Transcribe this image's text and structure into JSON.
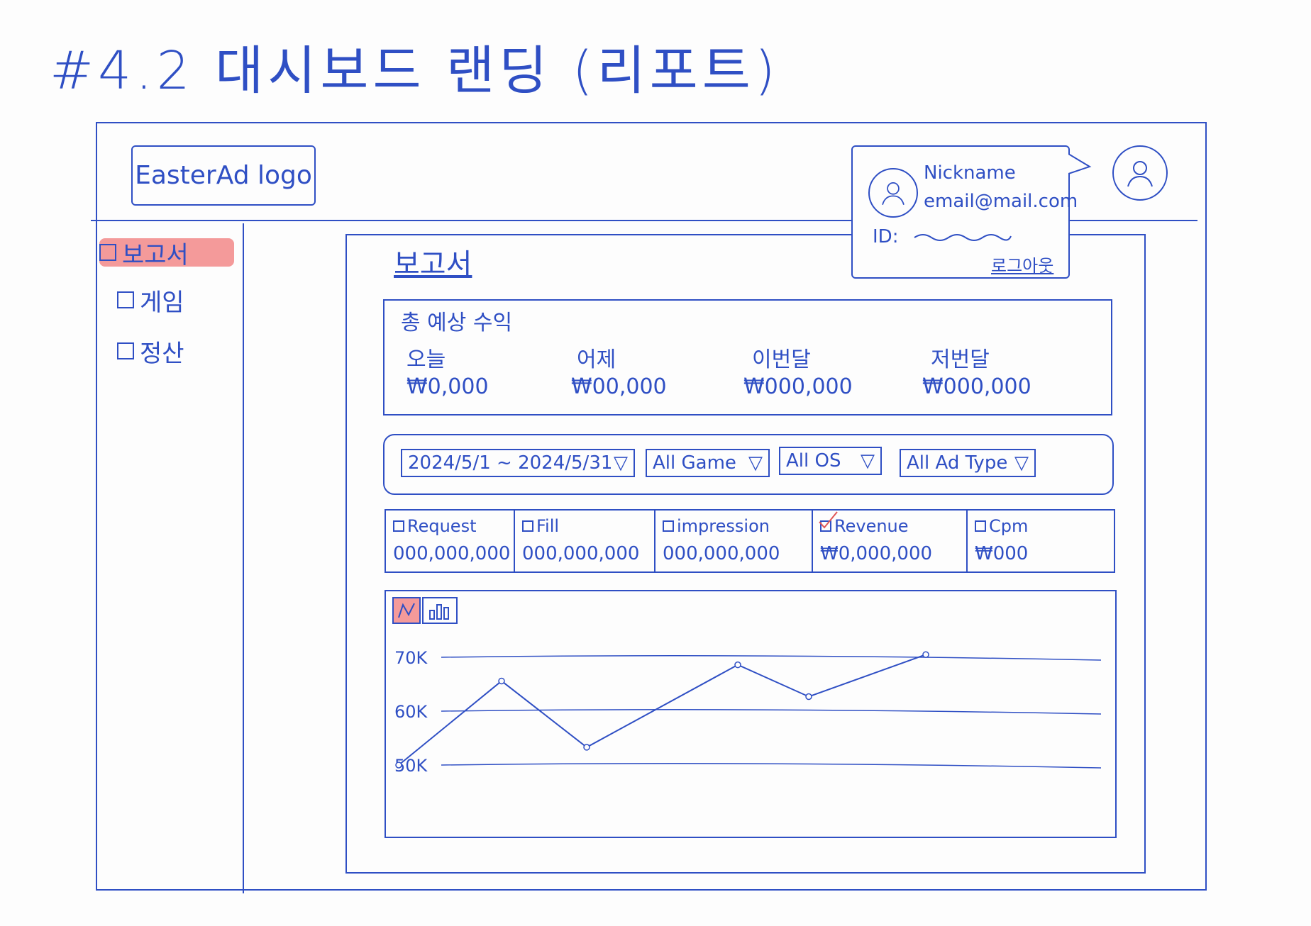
{
  "page_heading": "#4.2 대시보드 랜딩 (리포트)",
  "header": {
    "logo_text": "EasterAd logo"
  },
  "profile_popover": {
    "nickname": "Nickname",
    "email": "email@mail.com",
    "id_label": "ID:",
    "logout_label": "로그아웃"
  },
  "sidebar": {
    "items": [
      {
        "label": "보고서",
        "active": true
      },
      {
        "label": "게임",
        "active": false
      },
      {
        "label": "정산",
        "active": false
      }
    ]
  },
  "main": {
    "title": "보고서",
    "revenue": {
      "heading": "총 예상 수익",
      "periods": [
        {
          "label": "오늘",
          "value": "₩0,000"
        },
        {
          "label": "어제",
          "value": "₩00,000"
        },
        {
          "label": "이번달",
          "value": "₩000,000"
        },
        {
          "label": "저번달",
          "value": "₩000,000"
        }
      ]
    },
    "filters": {
      "date_range": "2024/5/1 ~ 2024/5/31",
      "game": "All Game",
      "os": "All OS",
      "ad_type": "All Ad Type"
    },
    "metrics": [
      {
        "label": "Request",
        "value": "000,000,000",
        "checked": false
      },
      {
        "label": "Fill",
        "value": "000,000,000",
        "checked": false
      },
      {
        "label": "impression",
        "value": "000,000,000",
        "checked": false
      },
      {
        "label": "Revenue",
        "value": "₩0,000,000",
        "checked": true
      },
      {
        "label": "Cpm",
        "value": "₩000",
        "checked": false
      }
    ],
    "chart_toggles": [
      {
        "icon": "line-chart-icon",
        "active": true
      },
      {
        "icon": "bar-chart-icon",
        "active": false
      }
    ]
  },
  "chart_data": {
    "type": "line",
    "y_tick_labels": [
      "70K",
      "60K",
      "50K"
    ],
    "y_ticks": [
      70000,
      60000,
      50000
    ],
    "ylim": [
      50000,
      70000
    ],
    "grid": true,
    "series": [
      {
        "values": [
          50000,
          65600,
          53300,
          68600,
          62700,
          70500
        ]
      }
    ]
  },
  "colors": {
    "ink": "#2f4fc4",
    "highlight": "#f49a9a",
    "check": "#e05555"
  }
}
